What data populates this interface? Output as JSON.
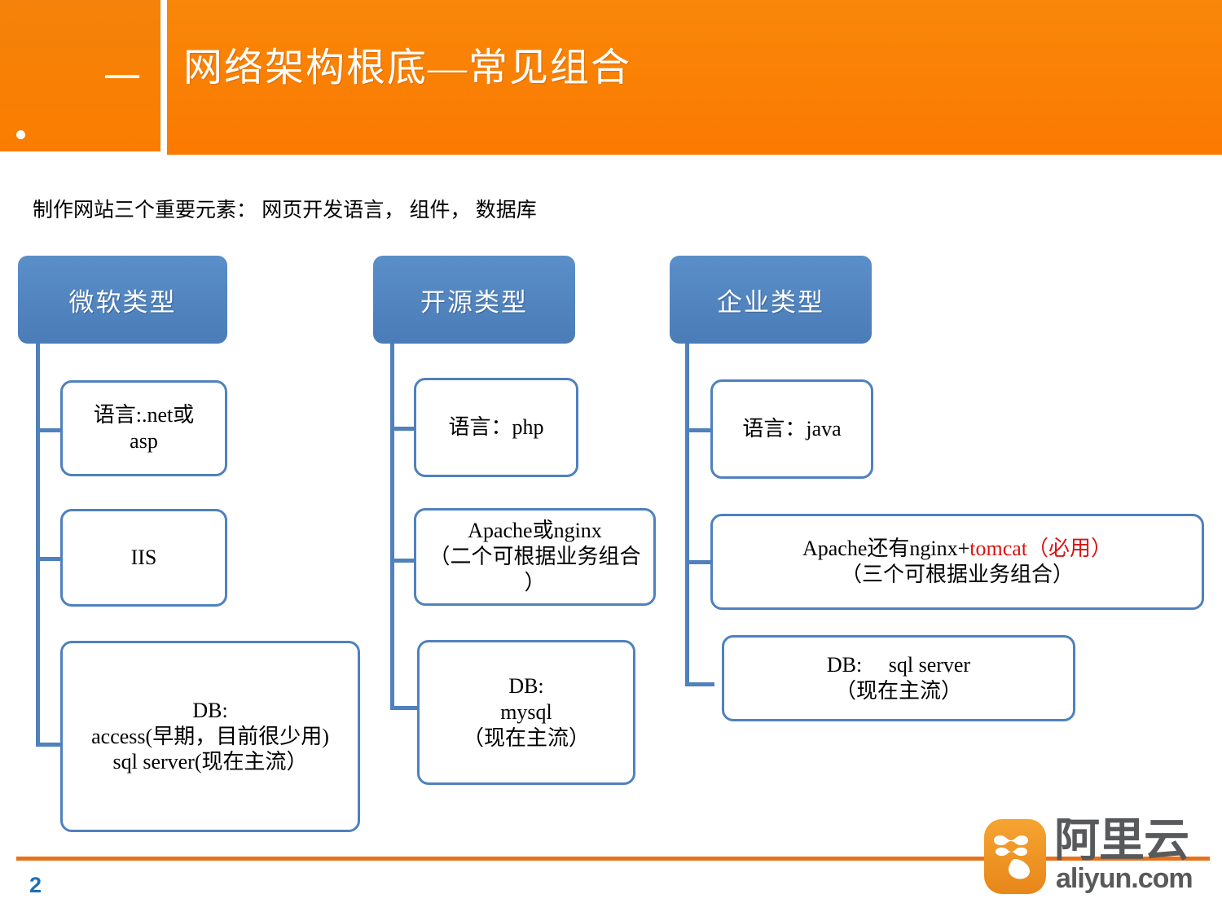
{
  "header": {
    "section_number": "一",
    "title": "网络架构根底—常见组合",
    "accent_color": "#FA7D05"
  },
  "lead_text": "制作网站三个重要元素： 网页开发语言， 组件， 数据库",
  "columns": [
    {
      "id": "microsoft",
      "title": "微软类型",
      "nodes": [
        {
          "id": "ms-lang",
          "lines": [
            "语言:.net或",
            "asp"
          ]
        },
        {
          "id": "ms-server",
          "lines": [
            "IIS"
          ]
        },
        {
          "id": "ms-db",
          "lines": [
            "DB:",
            "access(早期，目前很少用)",
            "sql server(现在主流）"
          ]
        }
      ]
    },
    {
      "id": "opensource",
      "title": "开源类型",
      "nodes": [
        {
          "id": "os-lang",
          "lines": [
            "语言：php"
          ]
        },
        {
          "id": "os-server",
          "lines": [
            "Apache或nginx",
            "（二个可根据业务组合",
            "）"
          ]
        },
        {
          "id": "os-db",
          "lines": [
            "DB:",
            "mysql",
            "（现在主流）"
          ]
        }
      ]
    },
    {
      "id": "enterprise",
      "title": "企业类型",
      "nodes": [
        {
          "id": "ent-lang",
          "lines": [
            "语言：java"
          ]
        },
        {
          "id": "ent-server",
          "lines": [
            "Apache还有nginx+",
            "（三个可根据业务组合）"
          ],
          "highlight": "tomcat（必用）",
          "highlight_color": "#D81414"
        },
        {
          "id": "ent-db",
          "lines": [
            "DB:　 sql server",
            "（现在主流）"
          ]
        }
      ]
    }
  ],
  "footer": {
    "page_number": "2",
    "logo_cn": "阿里云",
    "logo_en": "aliyun.com",
    "rule_color": "#E8711A"
  },
  "theme": {
    "node_border": "#4F81BD",
    "head_fill": "#4F81BD"
  }
}
